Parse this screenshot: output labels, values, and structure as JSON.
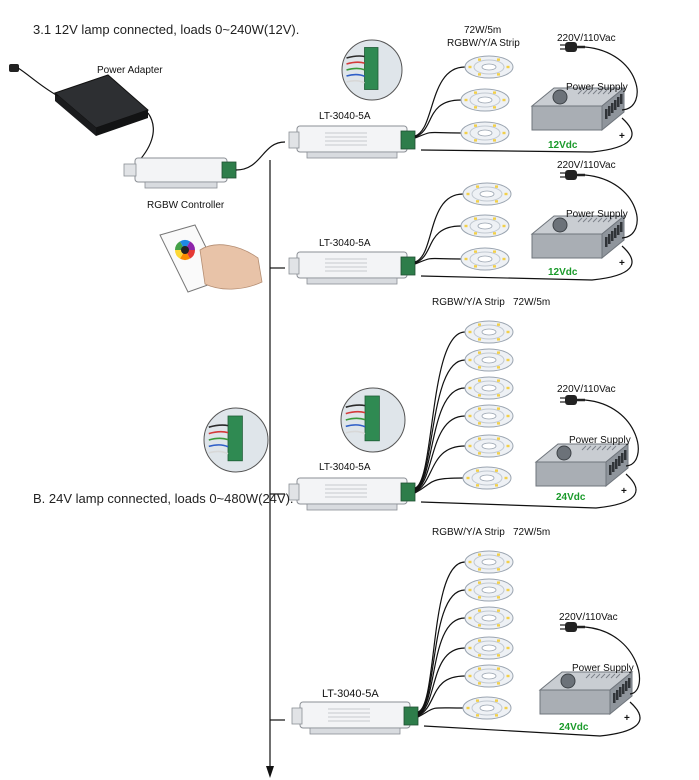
{
  "headings": {
    "section_a": "3.1 12V lamp connected, loads 0~240W(12V).",
    "section_b": "B. 24V lamp connected, loads 0~480W(24V)."
  },
  "labels": {
    "power_adapter": "Power Adapter",
    "rgbw_controller": "RGBW Controller",
    "amplifier": "LT-3040-5A",
    "power_supply": "Power Supply",
    "ac_input": "220V/110Vac",
    "strip_power": "72W/5m",
    "strip_type": "RGBW/Y/A Strip",
    "dc_12v": "12Vdc",
    "dc_24v": "24Vdc",
    "plus": "+",
    "minus": "-"
  },
  "icons": [
    "power-adapter-icon",
    "rgbw-controller-icon",
    "remote-control-icon",
    "amplifier-icon",
    "led-strip-reel-icon",
    "power-supply-icon",
    "ac-plug-icon",
    "terminal-zoom-icon"
  ],
  "colors": {
    "dc_label_green": "#1a9a2a",
    "wire": "#111111",
    "box": "#eef0f2"
  }
}
